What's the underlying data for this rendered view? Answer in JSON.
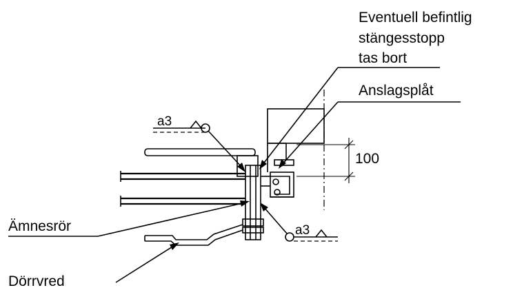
{
  "labels": {
    "removed_stop_line1": "Eventuell befintlig",
    "removed_stop_line2": "stängesstopp",
    "removed_stop_line3": "tas bort",
    "stop_plate": "Anslagsplåt",
    "blank_tube": "Ämnesrör",
    "door_handle": "Dörrvred"
  },
  "welds": {
    "upper_weld": "a3",
    "lower_weld": "a3"
  },
  "dimensions": {
    "vertical_dim": "100"
  }
}
